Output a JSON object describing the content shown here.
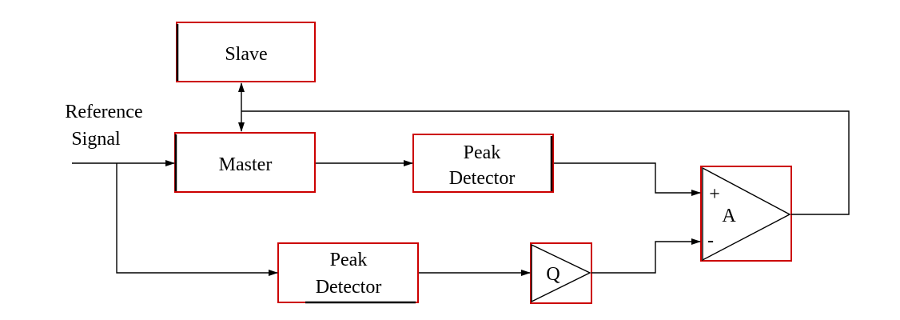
{
  "input": {
    "line1": "Reference",
    "line2": "Signal"
  },
  "blocks": {
    "slave": "Slave",
    "master": "Master",
    "peak_top_line1": "Peak",
    "peak_top_line2": "Detector",
    "peak_bottom_line1": "Peak",
    "peak_bottom_line2": "Detector",
    "q_amp": "Q",
    "diff_amp": "A",
    "plus_sign": "+",
    "minus_sign": "-"
  },
  "colors": {
    "block_border": "#cc0000",
    "wire": "#000000"
  }
}
